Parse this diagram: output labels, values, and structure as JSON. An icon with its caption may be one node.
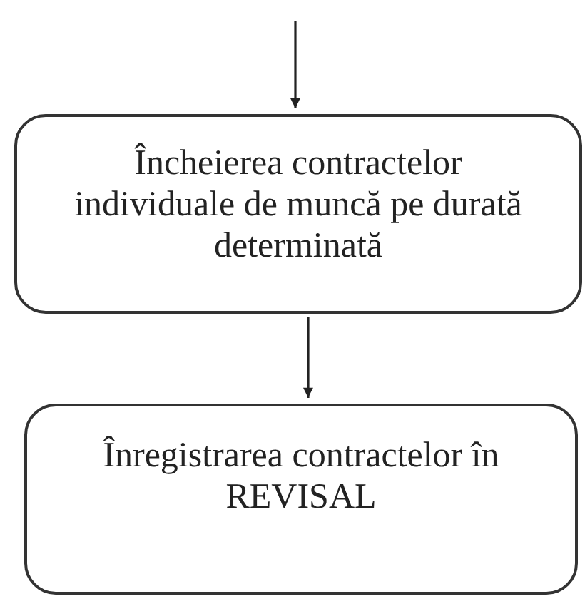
{
  "diagram": {
    "nodes": [
      {
        "text": [
          "Încheierea contractelor individuale de muncă pe durată determinată"
        ]
      },
      {
        "text": [
          "Înregistrarea contractelor în REVISAL"
        ]
      }
    ],
    "edges": [
      {
        "from": null,
        "to": 0,
        "arrow": "to"
      },
      {
        "from": 0,
        "to": 1,
        "arrow": "to"
      }
    ]
  }
}
